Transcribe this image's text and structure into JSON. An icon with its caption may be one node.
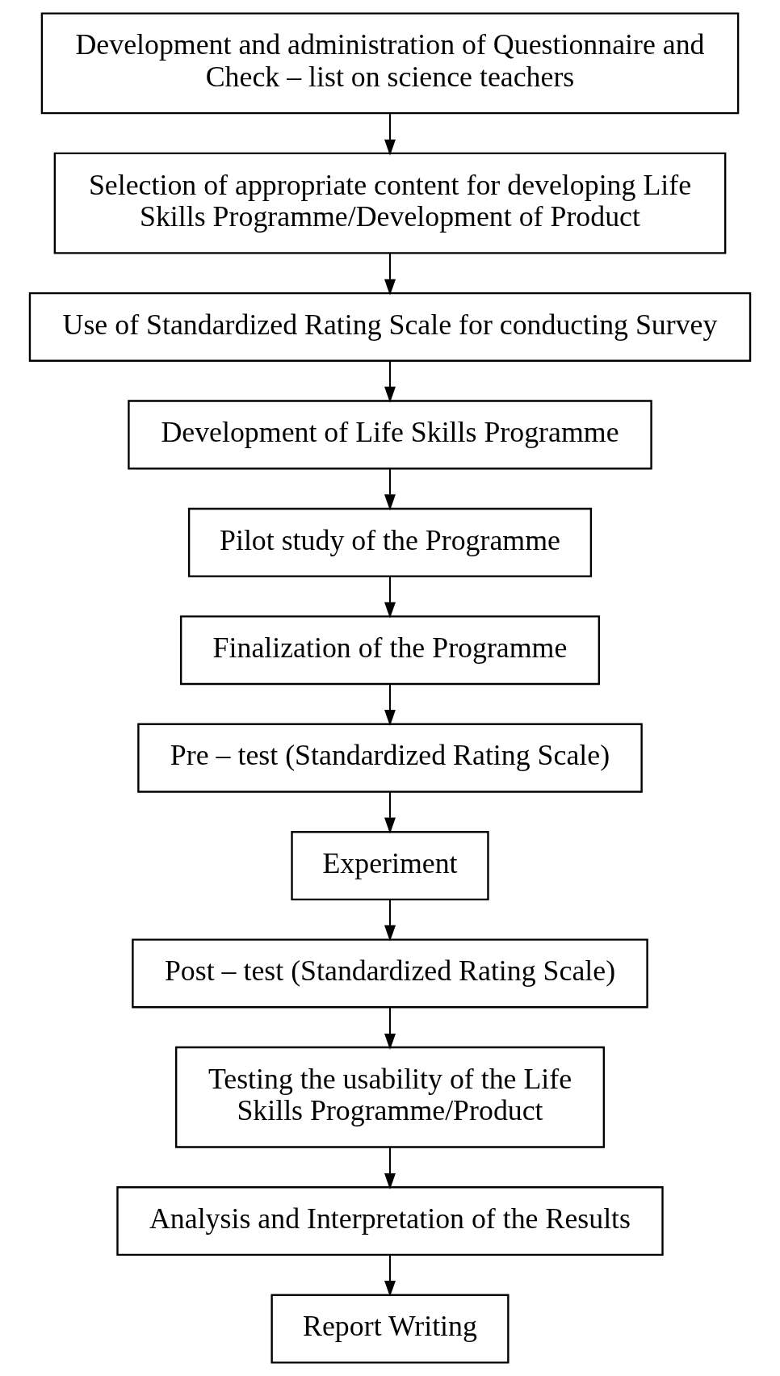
{
  "diagram": {
    "nodes": [
      {
        "text": [
          "Development and administration of Questionnaire and Check – list on science teachers"
        ]
      },
      {
        "text": [
          "Selection of appropriate content for developing Life Skills Programme/Development of Product"
        ]
      },
      {
        "text": [
          "Use of Standardized Rating Scale for conducting Survey"
        ]
      },
      {
        "text": [
          "Development of Life Skills Programme"
        ]
      },
      {
        "text": [
          "Pilot study of the Programme"
        ]
      },
      {
        "text": [
          "Finalization of the Programme"
        ]
      },
      {
        "text": [
          "Pre – test (Standardized Rating Scale)"
        ]
      },
      {
        "text": [
          "Experiment"
        ]
      },
      {
        "text": [
          "Post – test (Standardized Rating Scale)"
        ]
      },
      {
        "text": [
          "Testing the usability of the Life Skills Programme/Product"
        ]
      },
      {
        "text": [
          "Analysis and Interpretation of the Results"
        ]
      },
      {
        "text": [
          "Report Writing"
        ]
      }
    ],
    "edges": [
      {
        "from": 0,
        "to": 1,
        "arrow": "to"
      },
      {
        "from": 1,
        "to": 2,
        "arrow": "to"
      },
      {
        "from": 2,
        "to": 3,
        "arrow": "to"
      },
      {
        "from": 3,
        "to": 4,
        "arrow": "to"
      },
      {
        "from": 4,
        "to": 5,
        "arrow": "to"
      },
      {
        "from": 5,
        "to": 6,
        "arrow": "to"
      },
      {
        "from": 6,
        "to": 7,
        "arrow": "to"
      },
      {
        "from": 7,
        "to": 8,
        "arrow": "to"
      },
      {
        "from": 8,
        "to": 9,
        "arrow": "to"
      },
      {
        "from": 9,
        "to": 10,
        "arrow": "to"
      },
      {
        "from": 10,
        "to": 11,
        "arrow": "to"
      }
    ]
  }
}
